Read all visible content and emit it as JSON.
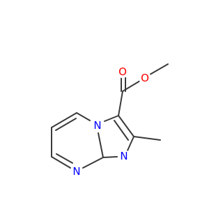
{
  "molecule": {
    "atoms": [
      {
        "id": "o_carbonyl",
        "symbol": "O",
        "color": "#ff0000"
      },
      {
        "id": "o_ester",
        "symbol": "O",
        "color": "#ff0000"
      },
      {
        "id": "n_bridge",
        "symbol": "N",
        "color": "#0000ff"
      },
      {
        "id": "n_imidazole",
        "symbol": "N",
        "color": "#0000ff"
      },
      {
        "id": "n_pyrimidine",
        "symbol": "N",
        "color": "#0000ff"
      }
    ],
    "bond_color": "#3a3a3a"
  }
}
